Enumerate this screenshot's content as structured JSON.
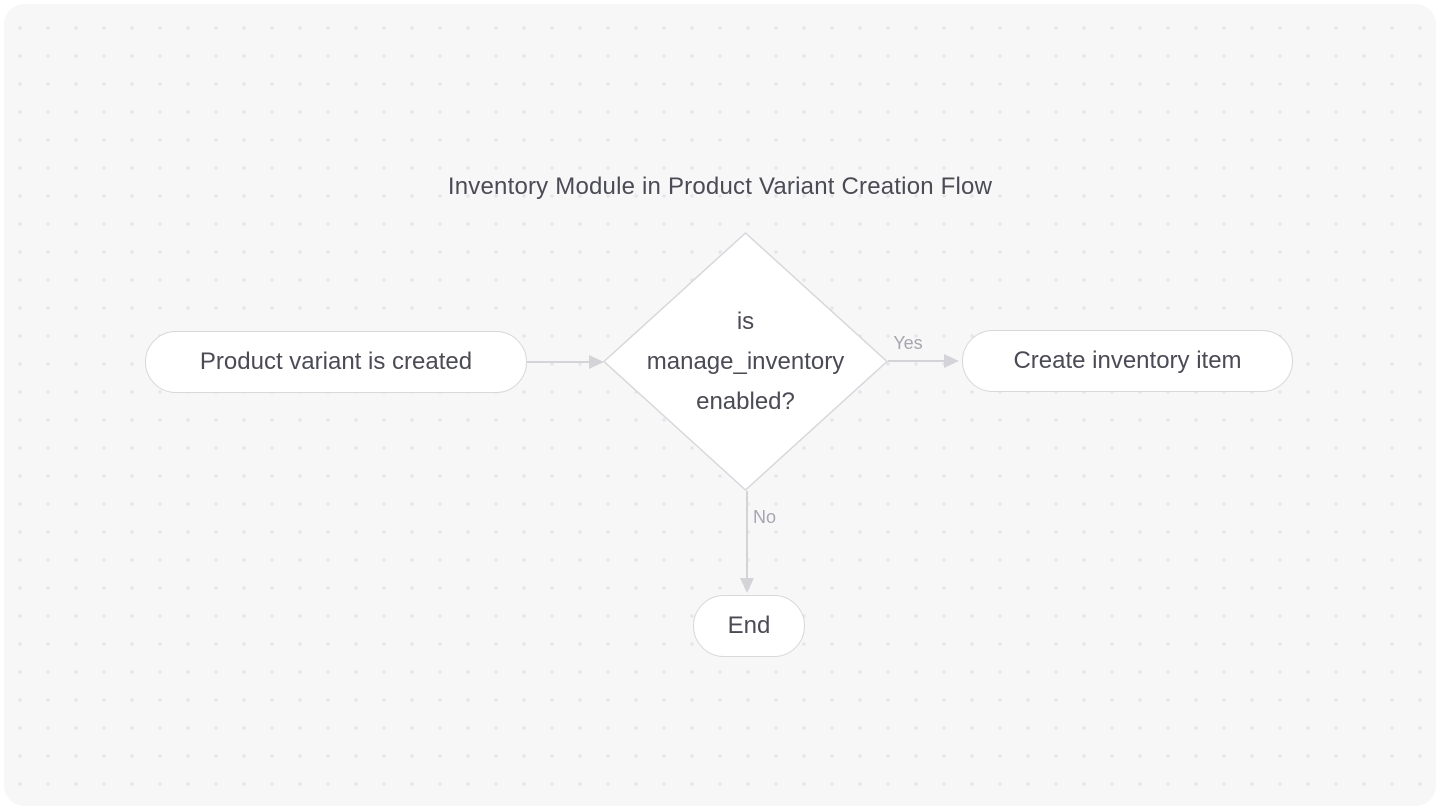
{
  "colors": {
    "page_background": "#ffffff",
    "canvas_background": "#f7f7f8",
    "dot": "#e6e6e9",
    "node_fill": "#ffffff",
    "node_border": "#d7d7dc",
    "edge": "#d3d3d8",
    "node_text": "#4b4b55",
    "edge_label_text": "#a6a6af"
  },
  "diagram": {
    "title": "Inventory Module in Product Variant Creation Flow",
    "nodes": [
      {
        "id": "start",
        "shape": "stadium",
        "label": "Product variant is created"
      },
      {
        "id": "decision",
        "shape": "diamond",
        "label": "is manage_inventory enabled?"
      },
      {
        "id": "create-inventory-item",
        "shape": "stadium",
        "label": "Create inventory item"
      },
      {
        "id": "end",
        "shape": "stadium",
        "label": "End"
      }
    ],
    "edges": [
      {
        "from": "start",
        "to": "decision",
        "label": ""
      },
      {
        "from": "decision",
        "to": "create-inventory-item",
        "label": "Yes"
      },
      {
        "from": "decision",
        "to": "end",
        "label": "No"
      }
    ]
  }
}
